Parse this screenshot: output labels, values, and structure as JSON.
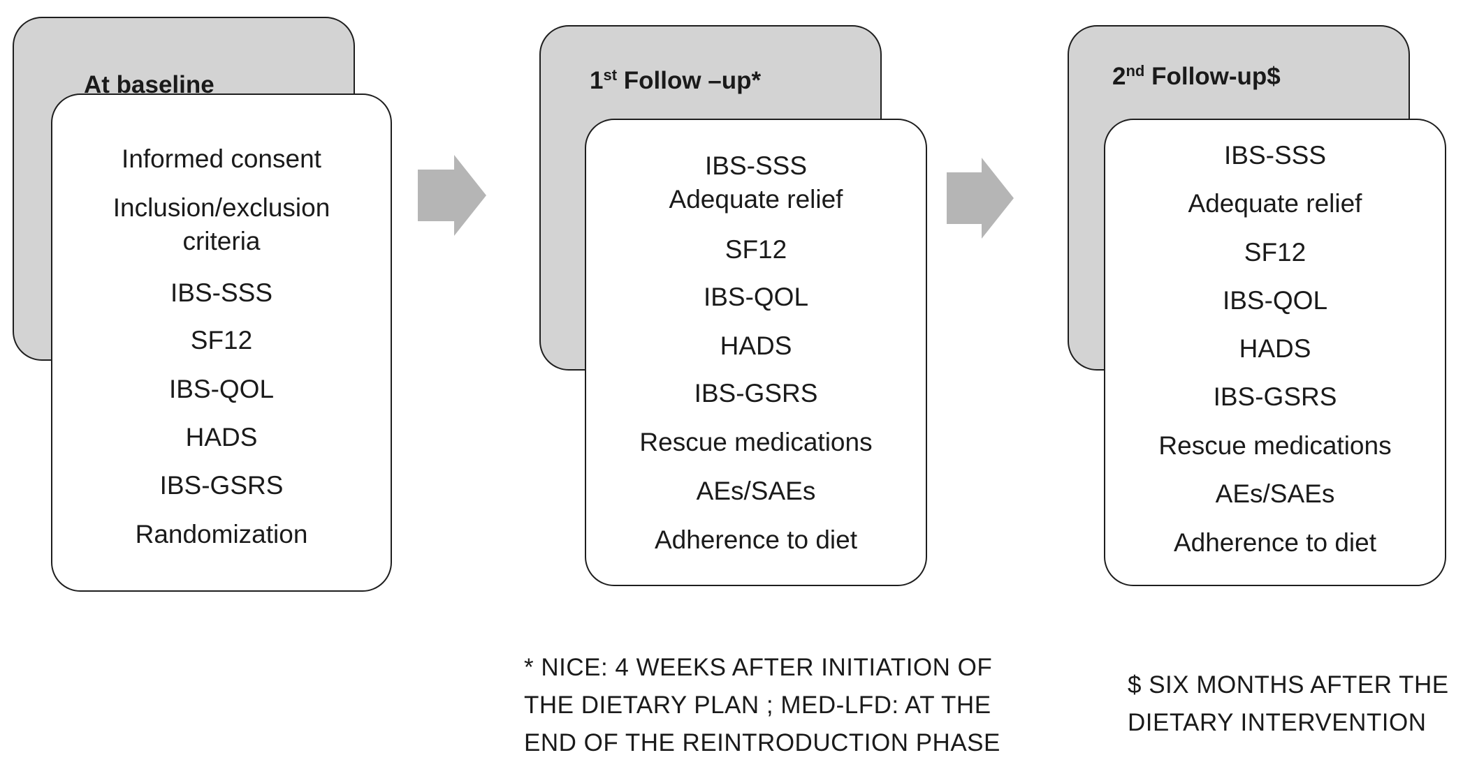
{
  "stages": [
    {
      "title_main": "At baseline",
      "title_sup": "",
      "title_tail": "",
      "items": [
        "Informed consent",
        "Inclusion/exclusion criteria",
        "IBS-SSS",
        "SF12",
        "IBS-QOL",
        "HADS",
        "IBS-GSRS",
        "Randomization"
      ]
    },
    {
      "title_main": "1",
      "title_sup": "st",
      "title_tail": " Follow –up*",
      "items": [
        "IBS-SSS",
        "Adequate relief",
        "SF12",
        "IBS-QOL",
        "HADS",
        "IBS-GSRS",
        "Rescue medications",
        "AEs/SAEs",
        "Adherence to diet"
      ]
    },
    {
      "title_main": "2",
      "title_sup": "nd",
      "title_tail": " Follow-up$",
      "items": [
        "IBS-SSS",
        "Adequate relief",
        "SF12",
        "IBS-QOL",
        "HADS",
        "IBS-GSRS",
        "Rescue medications",
        "AEs/SAEs",
        "Adherence to diet"
      ]
    }
  ],
  "footnotes": {
    "first_followup": [
      "* NICE: 4 WEEKS AFTER INITIATION OF",
      "THE DIETARY PLAN ; MED-LFD: AT THE",
      "END OF THE REINTRODUCTION PHASE"
    ],
    "second_followup": [
      "$ SIX MONTHS AFTER THE",
      "DIETARY INTERVENTION"
    ]
  },
  "colors": {
    "back_card": "#d3d3d3",
    "arrow": "#b5b5b5",
    "border": "#1e1e1e"
  }
}
